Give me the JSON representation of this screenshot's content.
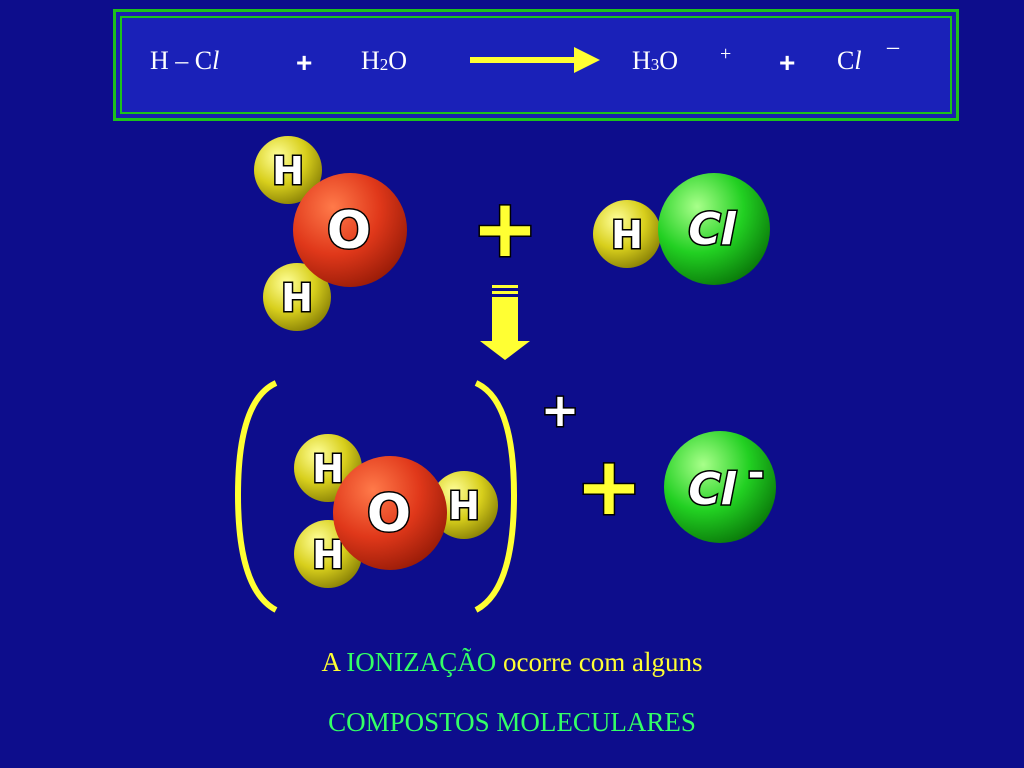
{
  "equation": {
    "reactant1": {
      "prefix": "H – C",
      "italic": "l"
    },
    "plus1": "+",
    "reactant2": {
      "pre": "H",
      "sub": "2",
      "post": "O"
    },
    "product1": {
      "pre": "H",
      "sub": "3",
      "post": "O",
      "charge": "+"
    },
    "plus2": "+",
    "product2": {
      "prefix": "C",
      "italic": "l",
      "charge": "–"
    }
  },
  "molecules": {
    "water": {
      "oxygen": "O",
      "hydrogen": "H"
    },
    "hcl": {
      "hydrogen": "H",
      "chlorine": "Cl"
    },
    "plus_sign": "+",
    "hydronium": {
      "oxygen": "O",
      "hydrogen": "H",
      "charge": "+"
    },
    "chloride": {
      "chlorine": "Cl",
      "charge": "-"
    },
    "plus_sign_2": "+"
  },
  "caption": {
    "line1_a": "A ",
    "line1_highlight": "IONIZAÇÃO",
    "line1_b": " ocorre com alguns",
    "line2": "COMPOSTOS MOLECULARES"
  },
  "colors": {
    "background": "#0d0d8c",
    "frame": "#1cc11c",
    "accent_yellow": "#ffff33",
    "oxygen": "#e0381a",
    "hydrogen": "#d8cf1c",
    "chlorine": "#22d022",
    "caption_green": "#33ff66"
  }
}
